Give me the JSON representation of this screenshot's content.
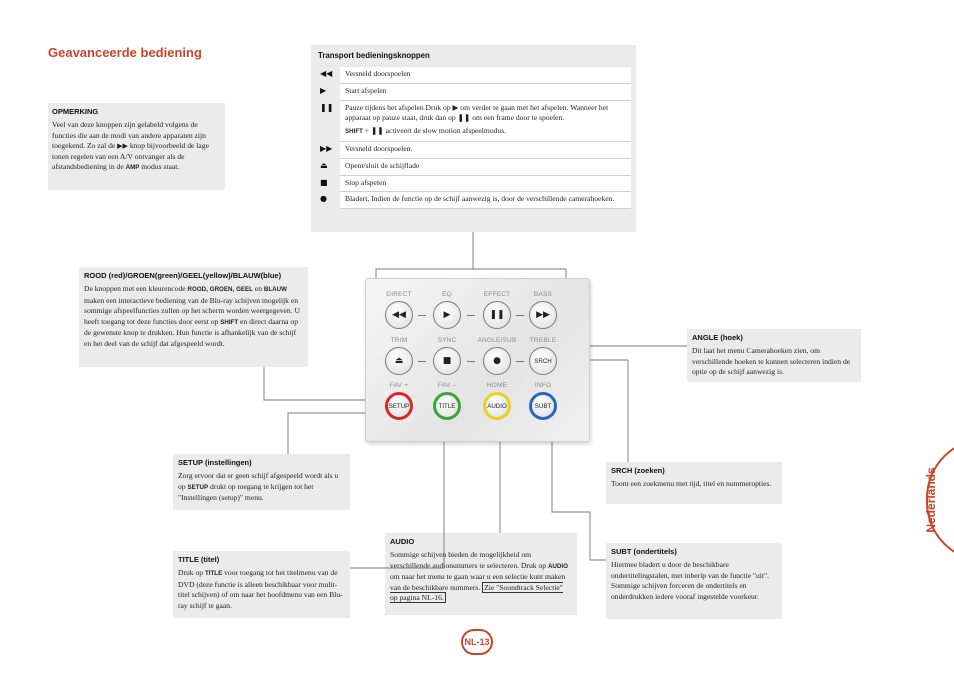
{
  "section_title": "Geavanceerde bediening",
  "note": {
    "heading": "OPMERKING",
    "text_1": "Veel van deze knoppen zijn gelabeld volgens de functies die aan de modi van andere apparaten zijn toegekend. Zo zal de",
    "text_2": "knop bijvoorbeeld de lage tonen regelen van een A/V ontvanger als de afstandsbediening in de",
    "amp": "AMP",
    "text_3": "modus staat."
  },
  "transport": {
    "heading": "Transport bedieningsknoppen",
    "rows": [
      {
        "icon": "◀◀",
        "text": "Versneld doorspoelen"
      },
      {
        "icon": "▶",
        "text": "Start afspelen"
      },
      {
        "icon": "❚❚",
        "text": "Pauze tijdens het afspelen Druk op ▶ om verder te gaan met het afspelen. Wanneer het apparaat op pauze staat, druk dan op ❚❚ om een frame door te spoelen.",
        "sub_key": "SHIFT",
        "sub_text": "+ ❚❚ activeert de slow motion afspeelmodus."
      },
      {
        "icon": "▶▶",
        "text": "Versneld doorspoelen."
      },
      {
        "icon": "⏏",
        "text": "Opent/sluit de schijflade"
      },
      {
        "icon": "■",
        "text": "Stop afspelen"
      },
      {
        "icon": "●",
        "text": "Bladert, Indien de functie op de schijf aanwezig is, door de verschillende camerahoeken."
      }
    ]
  },
  "rgyb": {
    "heading": "ROOD (red)/GROEN(green)/GEEL(yellow)/BLAUW(blue)",
    "text_1": "De knoppen met een kleurencode",
    "k_rood": "ROOD,",
    "k_groen": "GROEN,",
    "k_geel": "GEEL",
    "en": "en",
    "k_blauw": "BLAUW",
    "text_2": "maken een interactieve bediening van de Blu-ray schijven mogelijk en sommige afspeelfuncties zullen op het scherm worden weergegeven. U heeft toegang tot deze functies door eerst op",
    "k_shift": "SHIFT",
    "text_3": "en direct daarna op de gewenste knop te drukken. Hun functie is afhankelijk van de schijf en het deel van de schijf dat afgespeeld wordt."
  },
  "angle": {
    "heading": "ANGLE (hoek)",
    "text": "Dit laat het menu Camerahoeken zien, om verschillende hoeken te kunnen selecteren indien de optie op de schijf aanwezig is."
  },
  "setup": {
    "heading": "SETUP (instellingen)",
    "text_1": "Zorg ervoor dat er geen schijf afgespeeld wordt als u op",
    "key": "SETUP",
    "text_2": "drukt op toegang te krijgen tot het \"Instellingen (setup)\" menu."
  },
  "srch": {
    "heading": "SRCH (zoeken)",
    "text": "Toont een zoekmenu met tijd, titel en nummeropties."
  },
  "title_box": {
    "heading": "TITLE (titel)",
    "text_1": "Druk op",
    "key": "TITLE",
    "text_2": "voor toegang tot het titelmenu van de DVD (deze functie is alleen beschikbaar voor mulit-titel schijven) of om naar het hoofdmenu van een Blu-ray schijf te gaan."
  },
  "audio": {
    "heading": "AUDIO",
    "text_1": "Sommige schijven bieden de mogelijkheid om verschillende audionummers te selecteren. Druk op",
    "key": "AUDIO",
    "text_2": "om naar het menu te gaan waar u een selectie kunt maken van de beschikbare nummers.",
    "link": "Zie \"Soundtrack Selectie\" op pagina NL-16."
  },
  "subt": {
    "heading": "SUBT (ondertitels)",
    "text": "Hiermee bladert u door de beschikbare ondertitelingstalen, met inberip van de functie \"uit\". Sommige schijven forceren de ondertitels en onderdrukken iedere vooraf ingestelde voorkeur."
  },
  "remote": {
    "row1_labels": [
      "DIRECT",
      "EQ",
      "EFFECT",
      "BASS"
    ],
    "row1_buttons": [
      "◀◀",
      "▶",
      "❚❚",
      "▶▶"
    ],
    "row2_labels": [
      "TRIM",
      "SYNC",
      "ANGLE/SUB",
      "TREBLE"
    ],
    "row2_buttons": [
      "⏏",
      "■",
      "●",
      "SRCH"
    ],
    "row3_labels": [
      "FAV +",
      "FAV –",
      "HOME",
      "INFO"
    ],
    "row3_buttons": [
      "SETUP",
      "TITLE",
      "AUDIO",
      "SUBT"
    ]
  },
  "language_tab": "Nederlands",
  "page_number": "NL-13",
  "colors": {
    "accent": "#c8452a",
    "red": "#d42a2a",
    "green": "#3ca33c",
    "yellow": "#e9d21e",
    "blue": "#2a64c4"
  }
}
